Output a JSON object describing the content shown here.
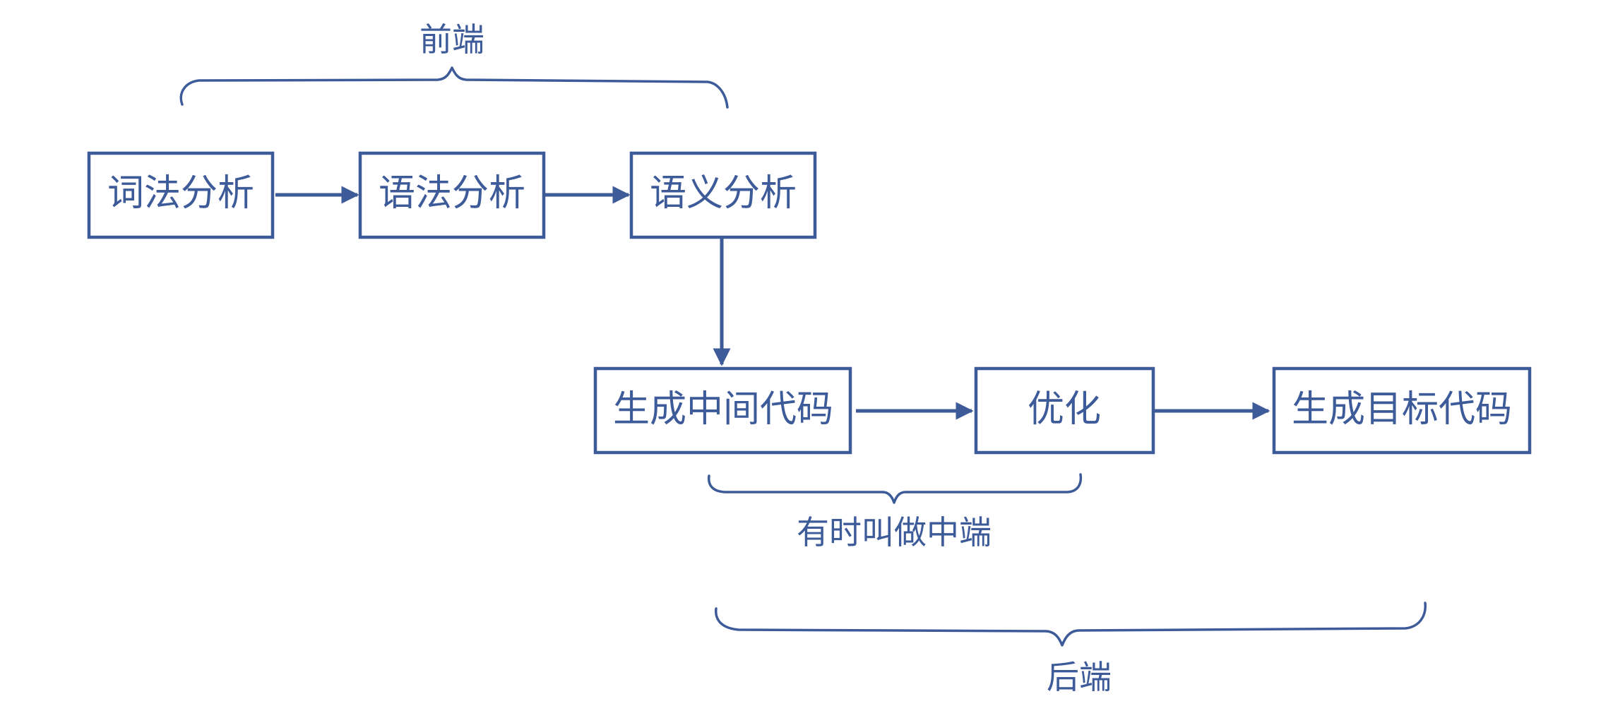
{
  "diagram": {
    "colors": {
      "stroke": "#3d5a99",
      "text": "#3d5a99",
      "background": "#ffffff"
    },
    "nodes": {
      "lexical": "词法分析",
      "syntax": "语法分析",
      "semantic": "语义分析",
      "intermediate": "生成中间代码",
      "optimize": "优化",
      "target": "生成目标代码"
    },
    "groups": {
      "frontend": "前端",
      "middle": "有时叫做中端",
      "backend": "后端"
    },
    "edges": [
      [
        "lexical",
        "syntax"
      ],
      [
        "syntax",
        "semantic"
      ],
      [
        "semantic",
        "intermediate"
      ],
      [
        "intermediate",
        "optimize"
      ],
      [
        "optimize",
        "target"
      ]
    ]
  }
}
